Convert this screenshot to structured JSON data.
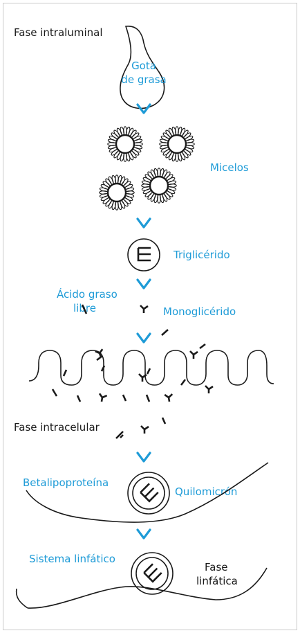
{
  "phases": {
    "intraluminal": "Fase intraluminal",
    "intracellular": "Fase intracelular",
    "lymphatic_line1": "Fase",
    "lymphatic_line2": "linfática"
  },
  "labels": {
    "fat_drop_line1": "Gota",
    "fat_drop_line2": "de grasa",
    "micelles": "Micelos",
    "triglyceride": "Triglicérido",
    "free_fatty_acid_line1": "Ácido graso",
    "free_fatty_acid_line2": "libre",
    "monoglyceride": "Monoglicérido",
    "betalipoprotein": "Betalipoproteína",
    "chylomicron": "Quilomicrón",
    "lymphatic_system": "Sistema linfático"
  },
  "colors": {
    "accent_blue": "#1e9bd7",
    "ink": "#1a1a1a",
    "frame_border": "#c9c9c9"
  },
  "icons": {
    "arrow": "chevron-down-arrow",
    "triglyceride_symbol": "E-shaped triglyceride glyph",
    "fatty_acid": "short line segment",
    "monoglyceride_symbol": "Y-shaped glyph"
  }
}
